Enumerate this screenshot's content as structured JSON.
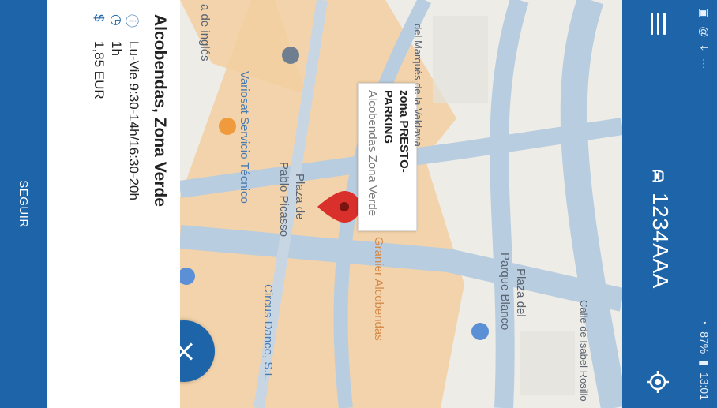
{
  "status_bar": {
    "left_icons": [
      "image-icon",
      "at-icon",
      "download-icon",
      "more-icon"
    ],
    "right_text": "13:01",
    "battery": "87%"
  },
  "app_bar": {
    "plate": "1234AAA"
  },
  "map": {
    "callout": {
      "title": "zona PRESTO-PARKING",
      "subtitle": "Alcobendas Zona Verde"
    },
    "labels": {
      "plaza_parque_blanco_1": "Plaza del",
      "plaza_parque_blanco_2": "Parque Blanco",
      "plaza_picasso_1": "Plaza de",
      "plaza_picasso_2": "Pablo Picasso",
      "variosat": "Variosat Servicio Técnico",
      "granier": "Granier Alcobendas",
      "circus": "Circus Dance, S.L",
      "isabel": "Calle de Isabel Rosillo",
      "marques": "del Marqués de la Valdavia",
      "ingles": "a de inglés"
    }
  },
  "info": {
    "title": "Alcobendas, Zona Verde",
    "hours": "Lu-Vie 9:30-14h/16:30-20h",
    "duration": "1h",
    "price": "1,85 EUR"
  },
  "actions": {
    "seguir": "SEGUIR"
  }
}
